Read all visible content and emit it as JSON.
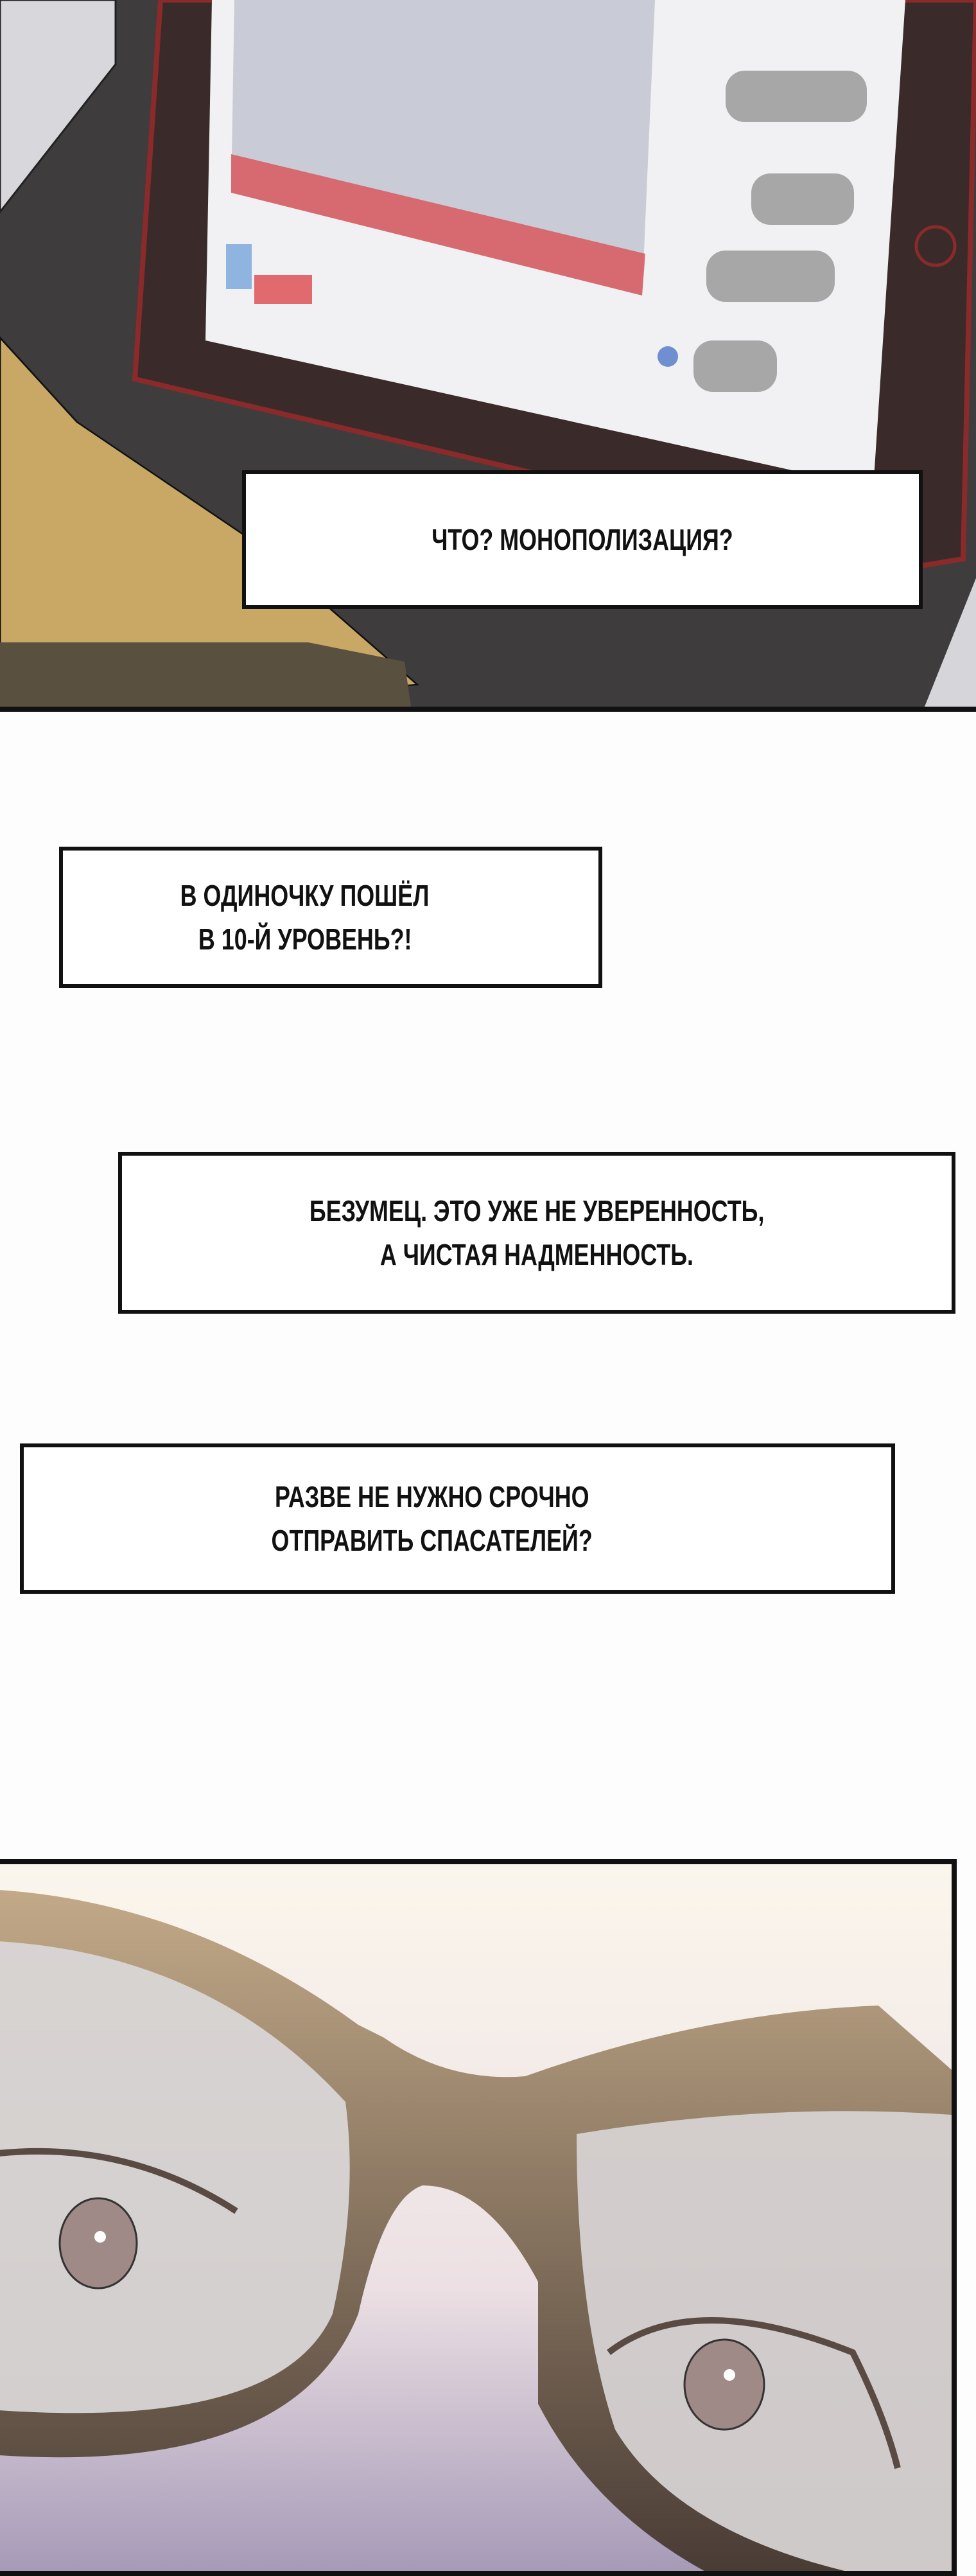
{
  "captions": [
    {
      "lines": [
        "ЧТО? МОНОПОЛИЗАЦИЯ?"
      ]
    },
    {
      "lines": [
        "В ОДИНОЧКУ ПОШЁЛ",
        "В 10-Й УРОВЕНЬ?!"
      ]
    },
    {
      "lines": [
        "БЕЗУМЕЦ. ЭТО УЖЕ НЕ УВЕРЕННОСТЬ,",
        "А ЧИСТАЯ НАДМЕННОСТЬ."
      ]
    },
    {
      "lines": [
        "РАЗВЕ НЕ НУЖНО СРОЧНО",
        "ОТПРАВИТЬ СПАСАТЕЛЕЙ?"
      ]
    }
  ],
  "colors": {
    "desk": "#3e3c3c",
    "tablet_case": "#8a2a2a",
    "sleeve": "#c9a866",
    "glasses": "#6b5548"
  }
}
